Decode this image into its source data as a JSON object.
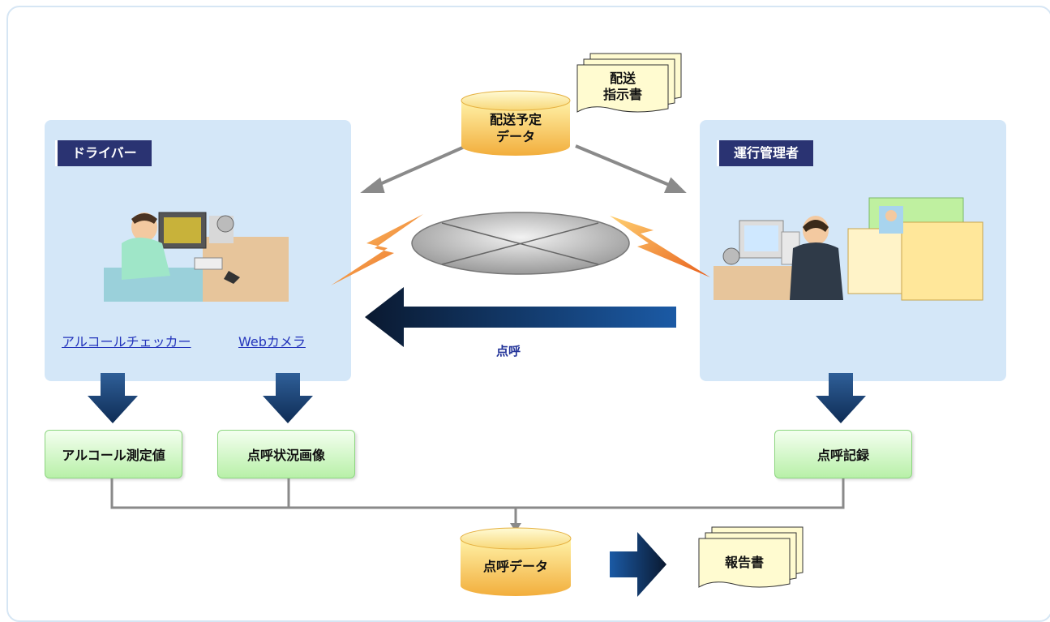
{
  "panels": {
    "driver_title": "ドライバー",
    "manager_title": "運行管理者"
  },
  "links": {
    "alcohol_checker": "アルコールチェッカー",
    "webcam": "Webカメラ"
  },
  "outputs": {
    "alcohol_value": "アルコール測定値",
    "rollcall_image": "点呼状況画像",
    "rollcall_record": "点呼記録"
  },
  "center": {
    "rollcall_label": "点呼",
    "schedule_db_line1": "配送予定",
    "schedule_db_line2": "データ",
    "instruction_doc_line1": "配送",
    "instruction_doc_line2": "指示書",
    "rollcall_db": "点呼データ",
    "report_doc": "報告書"
  },
  "colors": {
    "panel_bg": "#d4e7f8",
    "title_bg": "#2a3372",
    "arrow_dark": "#1f3f6f",
    "box_green": "#b8f0a8",
    "db_orange": "#f5be50"
  }
}
